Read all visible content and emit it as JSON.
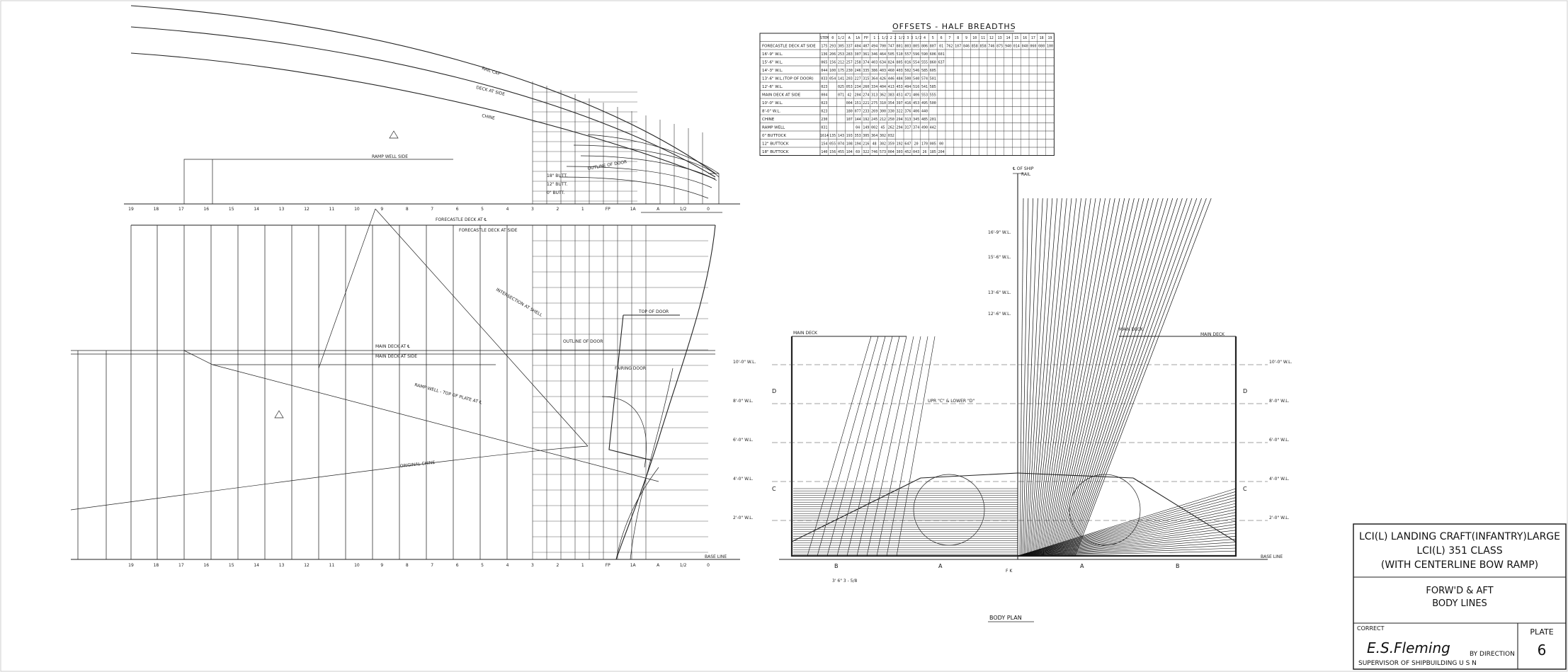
{
  "offsets_table": {
    "title": "OFFSETS - HALF BREADTHS",
    "stations": [
      "STEM",
      "0",
      "1/2",
      "A",
      "1A",
      "FP",
      "1",
      "1 1/2",
      "2",
      "2 1/2",
      "3",
      "3 1/2",
      "4",
      "5",
      "6",
      "7",
      "8",
      "9",
      "10",
      "11",
      "12",
      "13",
      "14",
      "15",
      "16",
      "17",
      "18",
      "19"
    ],
    "rows": [
      {
        "label": "FORECASTLE DECK AT SIDE",
        "values": [
          "1 7 5",
          "2 9 3",
          "3 0 5",
          "3 3 7",
          "4 0 4",
          "4 0 7",
          "4 9 4",
          "7 0 0",
          "7 4 7",
          "8 0 1",
          "8 0 3",
          "8 0 5",
          "8 0 6",
          "8 0 7",
          "0 1",
          "7 6 2",
          "1 0 7",
          "8 4 6",
          "8 5 8",
          "8 5 8",
          "7 4 6",
          "8 7 5",
          "9 4 0",
          "0 1 4",
          "0 4 0",
          "0 6 0",
          "0 8 0",
          "1 0 0"
        ]
      },
      {
        "label": "16'-9\" W.L.",
        "values": [
          "1 3 6",
          "2 0 6",
          "2 5 3",
          "2 8 3",
          "3 0 7",
          "3 6 1",
          "3 4 6",
          "4 6 4",
          "5 0 5",
          "5 1 0",
          "5 5 7",
          "5 9 6",
          "5 9 0",
          "6 0 6",
          "6 0 1",
          "",
          "",
          "",
          "",
          "",
          "",
          "",
          "",
          "",
          "",
          "",
          "",
          ""
        ]
      },
      {
        "label": "15'-6\" W.L.",
        "values": [
          "0 6 5",
          "1 5 6",
          "2 1 2",
          "2 5 7",
          "2 5 8",
          "3 7 4",
          "4 0 3",
          "6 3 4",
          "8 2 4",
          "8 0 5",
          "0 1 6",
          "5 5 4",
          "5 5 5",
          "8 6 0",
          "6 3 7",
          "",
          "",
          "",
          "",
          "",
          "",
          "",
          "",
          "",
          "",
          "",
          "",
          ""
        ]
      },
      {
        "label": "14'-3\" W.L.",
        "values": [
          "0 4 4",
          "1 0 0",
          "1 7 5",
          "2 3 0",
          "2 4 6",
          "3 3 5",
          "3 8 6",
          "4 0 3",
          "4 6 0",
          "4 0 3",
          "5 0 2",
          "5 4 6",
          "5 8 5",
          "6 0 5",
          "",
          "",
          "",
          "",
          "",
          "",
          "",
          "",
          "",
          "",
          "",
          "",
          "",
          ""
        ]
      },
      {
        "label": "13'-6\" W.L.(TOP OF DOOR)",
        "values": [
          "0 3 3",
          "0 5 4",
          "1 4 1",
          "2 0 3",
          "2 2 7",
          "3 1 5",
          "3 6 4",
          "4 2 6",
          "4 4 6",
          "4 8 4",
          "5 0 0",
          "5 4 0",
          "5 7 4",
          "5 0 1",
          "",
          "",
          "",
          "",
          "",
          "",
          "",
          "",
          "",
          "",
          "",
          "",
          "",
          ""
        ]
      },
      {
        "label": "12'-6\" W.L.",
        "values": [
          "0 2 3",
          "",
          "0 2 5",
          "0 5 3",
          "2 3 4",
          "2 6 0",
          "3 3 4",
          "4 0 4",
          "4 1 3",
          "4 5 3",
          "4 9 4",
          "5 1 6",
          "5 4 1",
          "5 8 5",
          "",
          "",
          "",
          "",
          "",
          "",
          "",
          "",
          "",
          "",
          "",
          "",
          "",
          ""
        ]
      },
      {
        "label": "MAIN DECK AT SIDE",
        "values": [
          "0 0 4",
          "",
          "0 7 1",
          "4 2",
          "2 0 4",
          "2 7 4",
          "3 1 3",
          "3 6 2",
          "3 8 3",
          "4 5 1",
          "4 7 1",
          "4 0 6",
          "5 5 3",
          "5 5 5",
          "",
          "",
          "",
          "",
          "",
          "",
          "",
          "",
          "",
          "",
          "",
          "",
          "",
          ""
        ]
      },
      {
        "label": "10'-0\" W.L.",
        "values": [
          "0 2 3",
          "",
          "",
          "0 0 4",
          "1 5 1",
          "2 2 1",
          "2 7 5",
          "3 1 0",
          "3 5 4",
          "3 9 7",
          "4 1 6",
          "4 5 3",
          "4 9 5",
          "5 0 0",
          "",
          "",
          "",
          "",
          "",
          "",
          "",
          "",
          "",
          "",
          "",
          "",
          "",
          ""
        ]
      },
      {
        "label": "8'-0\" W.L.",
        "values": [
          "0 2 3",
          "",
          "",
          "1 8 0",
          "0 7 7",
          "2 3 3",
          "2 6 9",
          "3 0 0",
          "3 3 0",
          "3 2 2",
          "3 7 6",
          "4 0 6",
          "4 4 0",
          "",
          "",
          "",
          "",
          "",
          "",
          "",
          "",
          "",
          "",
          "",
          "",
          "",
          "",
          ""
        ]
      },
      {
        "label": "CHINE",
        "values": [
          "2 3 0",
          "",
          "",
          "1 0 7",
          "1 4 4",
          "1 9 2",
          "2 4 5",
          "2 1 2",
          "2 5 0",
          "2 9 4",
          "3 1 3",
          "3 4 5",
          "4 8 5",
          "2 0 1",
          "",
          "",
          "",
          "",
          "",
          "",
          "",
          "",
          "",
          "",
          "",
          "",
          "",
          ""
        ]
      },
      {
        "label": "RAMP WELL",
        "values": [
          "0 3 1",
          "",
          "",
          "",
          "0 4",
          "1 4 9",
          "0 0 2",
          "4 5",
          "2 6 2",
          "2 9 4",
          "3 1 7",
          "3 7 4",
          "4 9 0",
          "4 4 2",
          "",
          "",
          "",
          "",
          "",
          "",
          "",
          "",
          "",
          "",
          "",
          "",
          "",
          ""
        ]
      },
      {
        "label": "0\" BUTTOCK",
        "values": [
          "1 6 1 4",
          "1 3 5",
          "1 4 3",
          "1 9 3",
          "3 5 3",
          "3 0 5",
          "3 6 4",
          "3 0 2",
          "0 3 2",
          "",
          "",
          "",
          "",
          "",
          "",
          "",
          "",
          "",
          "",
          "",
          "",
          "",
          "",
          "",
          "",
          "",
          "",
          ""
        ]
      },
      {
        "label": "12\" BUTTOCK",
        "values": [
          "1 5 4",
          "0 5 5",
          "0 7 4",
          "1 0 8",
          "1 9 4",
          "2 1 6",
          "4 8",
          "3 0 2",
          "3 5 9",
          "1 9 2",
          "6 4 7",
          "2 0",
          "1 7 0",
          "0 0 5",
          "0 0",
          "",
          "",
          "",
          "",
          "",
          "",
          "",
          "",
          "",
          "",
          "",
          "",
          ""
        ]
      },
      {
        "label": "18\" BUTTOCK",
        "values": [
          "1 4 0",
          "1 5 6",
          "4 5 5",
          "1 0 4",
          "6 9",
          "3 2 2",
          "7 4 6",
          "5 7 3",
          "0 0 4",
          "3 0 3",
          "4 5 2",
          "0 4 3",
          "2 6",
          "1 8 5",
          "2 0 4",
          "",
          "",
          "",
          "",
          "",
          "",
          "",
          "",
          "",
          "",
          "",
          "",
          ""
        ]
      }
    ]
  },
  "profile_labels": {
    "rail_cap": "RAIL CAP",
    "deck_at_side": "DECK AT SIDE",
    "chine": "CHINE",
    "ramp_well_side": "RAMP WELL SIDE",
    "forecastle_deck_cl": "FORECASTLE DECK AT ℄",
    "forecastle_deck_side": "FORECASTLE DECK AT SIDE",
    "main_deck_cl": "MAIN DECK AT ℄",
    "main_deck_side": "MAIN DECK AT SIDE",
    "ramp_well_note": "RAMP WELL - TOP OF PLATE AT ℄",
    "outline_of_door": "OUTLINE OF DOOR",
    "top_of_door": "TOP OF DOOR",
    "fairing_door": "FAIRING DOOR",
    "original_chine": "ORIGINAL CHINE",
    "base_line": "BASE LINE",
    "butt_18": "18\" BUTT.",
    "butt_12": "12\" BUTT.",
    "butt_0": "0\" BUTT.",
    "outline_plan_view": "OUTLINE OF DOOR",
    "intersection": "INTERSECTION AT SHELL",
    "ramp_station_numbers": [
      "19",
      "18",
      "17",
      "16",
      "15",
      "14",
      "13",
      "12",
      "11",
      "10",
      "9",
      "8",
      "7",
      "6",
      "5",
      "4",
      "3",
      "2",
      "1",
      "FP",
      "1A",
      "A",
      "1/2",
      "0"
    ]
  },
  "body_plan": {
    "title": "BODY PLAN",
    "centerline_label": "℄ OF SHIP",
    "main_deck_left": "MAIN DECK",
    "main_deck_right": "MAIN DECK",
    "main_deck_right2": "MAIN DECK",
    "upr_lower_d": "UPR \"C\" & LOWER \"D\"",
    "waterlines_left": [
      "10'-0\" W.L.",
      "8'-0\" W.L.",
      "6'-0\" W.L.",
      "4'-0\" W.L.",
      "2'-0\" W.L."
    ],
    "waterlines_right": [
      "10'-0\" W.L.",
      "8'-0\" W.L.",
      "6'-0\" W.L.",
      "4'-0\" W.L.",
      "2'-0\" W.L."
    ],
    "upper_wl": [
      "16'-9\" W.L.",
      "15'-6\" W.L.",
      "13'-6\" W.L.",
      "12'-6\" W.L."
    ],
    "rail_label": "RAIL",
    "base_line": "BASE LINE",
    "letters_left": [
      "D",
      "C",
      "B",
      "A"
    ],
    "letters_right": [
      "D",
      "C",
      "A",
      "B"
    ],
    "f_k": "F K",
    "pencil_note": "3' 6\" 3 - 5/8"
  },
  "title_block": {
    "line1": "LCI(L) LANDING CRAFT(INFANTRY)LARGE",
    "line2": "LCI(L) 351 CLASS",
    "line3": "(WITH CENTERLINE BOW RAMP)",
    "drawing1": "FORW'D & AFT",
    "drawing2": "BODY LINES",
    "correct_label": "CORRECT",
    "signature": "E.S.Fleming",
    "by_direction": "BY DIRECTION",
    "supervisor": "SUPERVISOR OF SHIPBUILDING U S N",
    "plate_label": "PLATE",
    "plate_number": "6"
  }
}
